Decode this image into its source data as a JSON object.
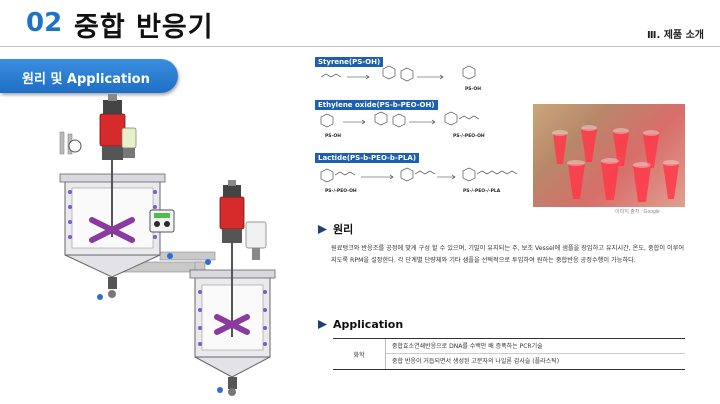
{
  "header": {
    "number": "02",
    "title": "중합 반응기",
    "section": "Ⅲ. 제품 소개"
  },
  "tab": {
    "label": "원리 및 Application"
  },
  "chemistry": {
    "labels": [
      "Styrene(PS-OH)",
      "Ethylene oxide(PS-b-PEO-OH)",
      "Lactide(PS-b-PEO-b-PLA)"
    ],
    "products": [
      "PS-OH",
      "PS-OH",
      "PS-/-PEO-OH",
      "PS-/-PEO-OH",
      "PS-/-PEO-/-PLA"
    ]
  },
  "photo": {
    "caption": "이미지 출처 : Google"
  },
  "principle": {
    "heading": "원리",
    "text": "원료탱크와 반응조를 공정에 맞게 구성 할 수 있으며, 기밀이 유지되는 주, 보조 Vessel에 샘플을 장입하고 유지시간, 온도, 중합이 이루어 지도록 RPM을 설정한다. 각 단계별 단량체와 기타 샘플을 선택적으로 투입하여 원하는 중합반응 공정수행이 가능하다."
  },
  "application": {
    "heading": "Application",
    "category": "화학",
    "rows": [
      "중합효소연쇄반응으로 DNA를 수백만 배 증폭하는 PCR기술",
      "중합 반응이 거듭되면서 생성된 고분자의 나일론 감사슬 (플라스틱)"
    ]
  }
}
